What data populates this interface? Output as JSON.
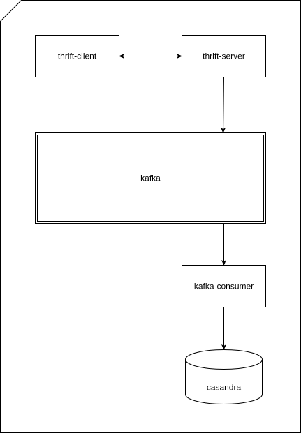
{
  "nodes": {
    "thrift_client": "thrift-client",
    "thrift_server": "thrift-server",
    "kafka": "kafka",
    "kafka_consumer": "kafka-consumer",
    "casandra": "casandra"
  },
  "edges": [
    {
      "from": "thrift-client",
      "to": "thrift-server",
      "bidirectional": true
    },
    {
      "from": "thrift-server",
      "to": "kafka",
      "bidirectional": false
    },
    {
      "from": "kafka",
      "to": "kafka-consumer",
      "bidirectional": false
    },
    {
      "from": "kafka-consumer",
      "to": "casandra",
      "bidirectional": false
    }
  ],
  "colors": {
    "stroke": "#000000",
    "fill": "#ffffff"
  }
}
